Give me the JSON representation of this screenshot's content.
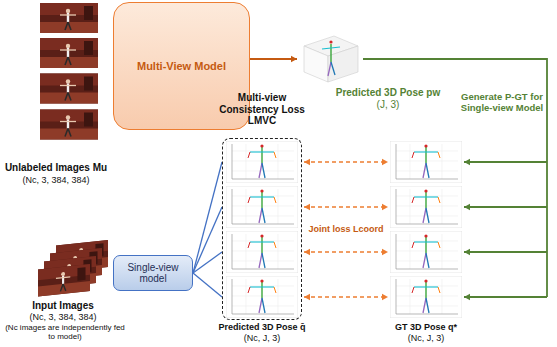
{
  "diagram": {
    "nodes": [
      {
        "text": [
          "Multi-View Model"
        ]
      },
      {
        "text": [
          "Predicted 3D Pose pw",
          "(J, 3)"
        ]
      },
      {
        "text": [
          "Multi-view Consistency Loss LMVC",
          "Predicted 3D Pose q̄",
          "(Nc, J, 3)"
        ]
      },
      {
        "text": [
          "GT 3D Pose q*",
          "(Nc, J, 3)"
        ]
      },
      {
        "text": [
          "Single-view model"
        ]
      }
    ],
    "edges": [
      {
        "from": 0,
        "to": 1,
        "arrow": "to"
      },
      {
        "from": 1,
        "to": 3,
        "arrow": "to",
        "label": "Generate P-GT for Single-view Model"
      },
      {
        "from": 4,
        "to": 2,
        "arrow": "none"
      },
      {
        "from": 2,
        "to": 3,
        "arrow": "both",
        "label": "Joint loss Lcoord"
      }
    ],
    "labels": [
      "Unlabeled Images Mu",
      "(Nc, 3, 384, 384)",
      "Input Images",
      "(Nc, 3, 384, 384)",
      "(Nc images are independently fed to model)"
    ]
  }
}
